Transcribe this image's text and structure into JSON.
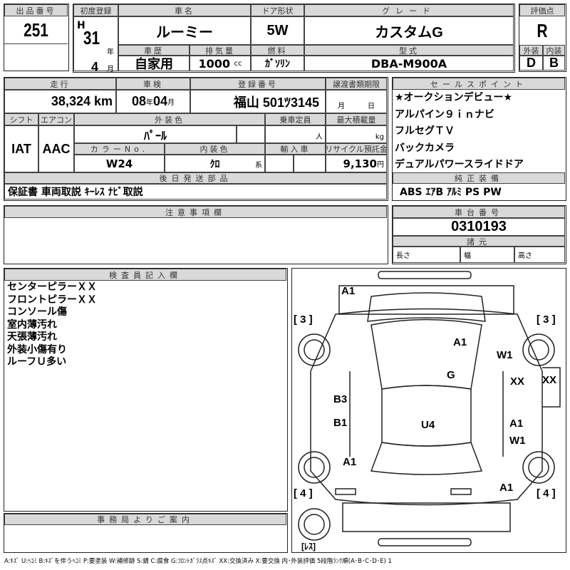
{
  "lot": {
    "label": "出品番号",
    "value": "251"
  },
  "first_reg": {
    "label": "初度登録",
    "era": "H",
    "year": "31",
    "year_unit": "年",
    "month": "4",
    "month_unit": "月"
  },
  "car_name": {
    "label": "車名",
    "value": "ルーミー"
  },
  "door": {
    "label": "ドア形状",
    "value": "5W"
  },
  "grade": {
    "label": "グレード",
    "value": "カスタムG"
  },
  "history": {
    "label": "車歴",
    "value": "自家用"
  },
  "displacement": {
    "label": "排気量",
    "value": "1000",
    "unit": "cc"
  },
  "fuel": {
    "label": "燃料",
    "value": "ｶﾞｿﾘﾝ"
  },
  "model": {
    "label": "型式",
    "value": "DBA-M900A"
  },
  "score": {
    "label": "評価点",
    "value": "R",
    "ext_label": "外装",
    "int_label": "内装",
    "ext": "D",
    "int": "B"
  },
  "mileage": {
    "label": "走行",
    "value": "38,324 km"
  },
  "inspection": {
    "label": "車検",
    "year": "08",
    "year_unit": "年",
    "month": "04",
    "month_unit": "月"
  },
  "plate": {
    "label": "登録番号",
    "value": "福山 501ﾂ3145"
  },
  "transfer": {
    "label": "譲渡書類期限",
    "month_unit": "月",
    "day_unit": "日"
  },
  "shift": {
    "label": "シフト",
    "value": "IAT"
  },
  "aircon": {
    "label": "エアコン",
    "value": "AAC"
  },
  "ext_color": {
    "label": "外装色",
    "value": "ﾊﾟｰﾙ"
  },
  "capacity": {
    "label": "乗車定員",
    "unit": "人"
  },
  "max_load": {
    "label": "最大積載量",
    "unit": "kg"
  },
  "color_no": {
    "label": "カラーNo.",
    "value": "W24"
  },
  "int_color": {
    "label": "内装色",
    "value": "ｸﾛ",
    "unit": "系"
  },
  "import": {
    "label": "輸入車"
  },
  "recycle": {
    "label": "リサイクル預託金",
    "value": "9,130",
    "unit": "円"
  },
  "later_parts": {
    "label": "後日発送部品",
    "value": "保証書 車両取説 ｷｰﾚｽ ﾅﾋﾞ取説"
  },
  "sales_points": {
    "label": "セールスポイント",
    "items": [
      "★オークションデビュー★",
      "アルパイン９ｉｎナビ",
      "フルセグＴＶ",
      "バックカメラ",
      "デュアルパワースライドドア"
    ]
  },
  "equipment": {
    "label": "純正装備",
    "value": "ABS ｴｱB ｱﾙﾐ PS PW"
  },
  "notes": {
    "label": "注意事項欄"
  },
  "chassis": {
    "label": "車台番号",
    "value": "0310193"
  },
  "specs": {
    "label": "諸元",
    "length": "長さ",
    "width": "幅",
    "height": "高さ"
  },
  "inspector": {
    "label": "検査員記入欄",
    "lines": [
      "センターピラーＸＸ",
      "フロントピラーＸＸ",
      "コンソール傷",
      "室内薄汚れ",
      "天張薄汚れ",
      "外装小傷有り",
      "ルーフＵ多い"
    ]
  },
  "office": {
    "label": "事務局よりご案内"
  },
  "diagram": {
    "marks": {
      "a1_front": "A1",
      "tire_fl": "[ 3 ]",
      "tire_fr": "[ 3 ]",
      "a1_hood": "A1",
      "w1_fender": "W1",
      "g_glass": "G",
      "xx_pillar": "XX",
      "xx_side": "XX",
      "b3": "B3",
      "b1": "B1",
      "u4_roof": "U4",
      "a1_rdoor": "A1",
      "w1_rdoor": "W1",
      "a1_rear_l": "A1",
      "a1_rear_r": "A1",
      "tire_rl": "[ 4 ]",
      "tire_rr": "[ 4 ]",
      "spare": "[ﾚｽ]"
    }
  },
  "legend": "A:ｷｽﾞ U:ﾍｺﾐ B:ｷｽﾞを伴うﾍｺﾐ P:要塗装 W:補修跡 S:錆 C:腐食 G:ﾌﾛﾝﾄｶﾞﾗｽ点ｷｽﾞ XX:交換済み X:要交換 内･外装評価 5段階ﾗﾝｸ順(A･B･C･D･E) 1"
}
